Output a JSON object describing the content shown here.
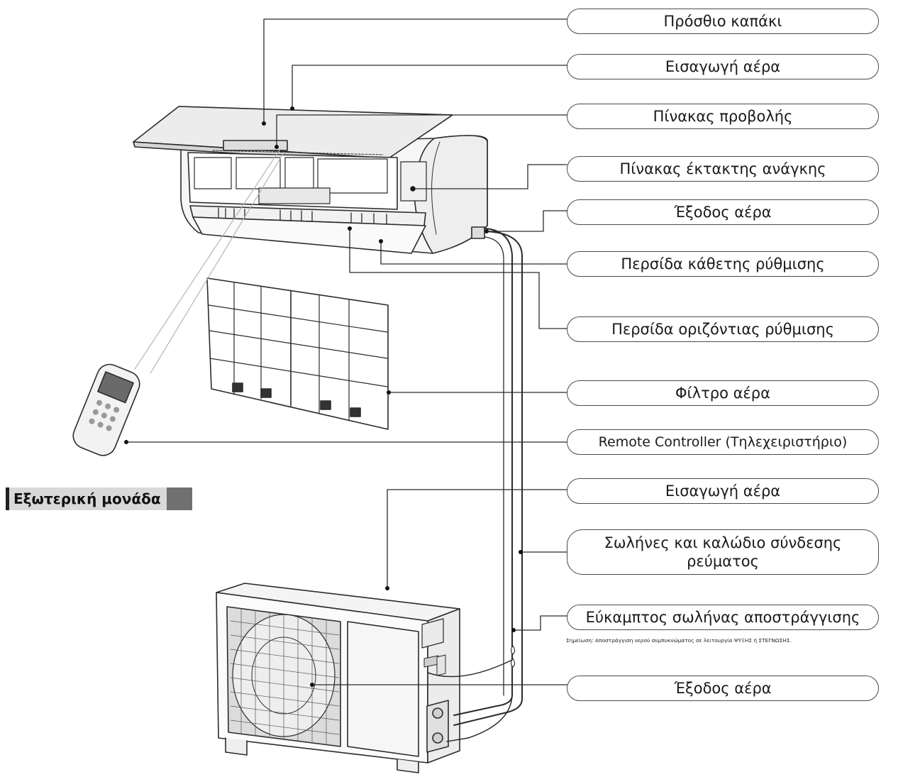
{
  "indoor_labels": [
    {
      "id": "front-panel",
      "text": "Πρόσθιο καπάκι"
    },
    {
      "id": "air-inlet-indoor",
      "text": "Εισαγωγή αέρα"
    },
    {
      "id": "display-panel",
      "text": "Πίνακας προβολής"
    },
    {
      "id": "emergency-panel",
      "text": "Πίνακας έκτακτης ανάγκης"
    },
    {
      "id": "air-outlet-indoor",
      "text": "Έξοδος αέρα"
    },
    {
      "id": "vertical-louver",
      "text": "Περσίδα κάθετης ρύθμισης"
    },
    {
      "id": "horizontal-louver",
      "text": "Περσίδα οριζόντιας ρύθμισης"
    },
    {
      "id": "air-filter",
      "text": "Φίλτρο αέρα"
    },
    {
      "id": "remote-controller",
      "text": "Remote Controller (Τηλεχειριστήριο)"
    }
  ],
  "outdoor_section": {
    "title": "Εξωτερική μονάδα",
    "labels": [
      {
        "id": "air-inlet-outdoor",
        "text": "Εισαγωγή αέρα"
      },
      {
        "id": "pipes-cable",
        "line1": "Σωλήνες και καλώδιο σύνδεσης",
        "line2": "ρεύματος"
      },
      {
        "id": "drain-hose",
        "text": "Εύκαμπτος σωλήνας αποστράγγισης"
      },
      {
        "id": "air-outlet-outdoor",
        "text": "Έξοδος αέρα"
      }
    ],
    "note": "Σημείωση: Αποστράγγιση νερού συμπυκνώματος σε λειτουργία ΨΥΞΗΣ ή ΣΤΕΓΝΩΣΗΣ."
  }
}
